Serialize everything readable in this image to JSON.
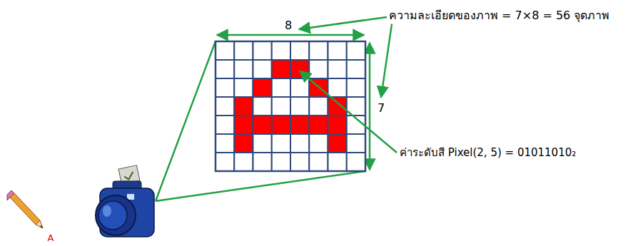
{
  "diagram": {
    "labels": [
      "ความละเอียดของภาพ = 7×8 = 56 จุดภาพ",
      "8",
      "7",
      "ค่าระดับสี Pixel(2, 5) = 01011010₂",
      "A"
    ]
  }
}
